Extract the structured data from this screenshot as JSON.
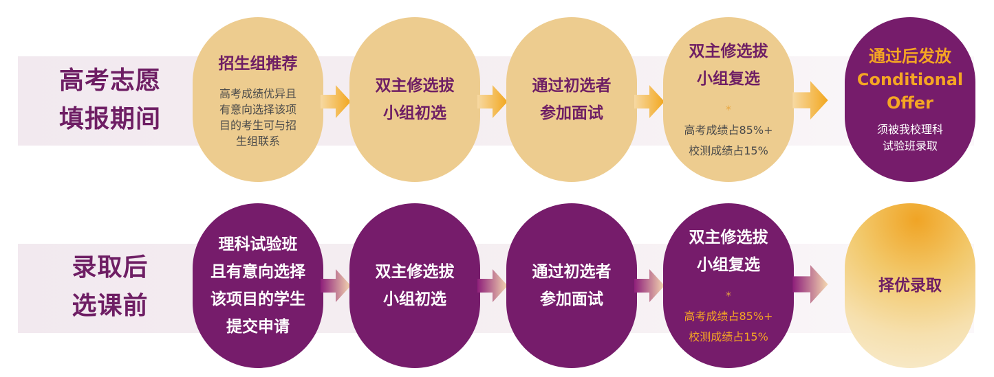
{
  "row1": {
    "label_lines": [
      "高考志愿",
      "填报期间"
    ],
    "steps": [
      {
        "title_lines": [
          "招生组推荐"
        ],
        "sub_lines": [
          "高考成绩优异且",
          "有意向选择该项",
          "目的考生可与招",
          "生组联系"
        ]
      },
      {
        "title_lines": [
          "双主修选拔",
          "小组初选"
        ]
      },
      {
        "title_lines": [
          "通过初选者",
          "参加面试"
        ]
      },
      {
        "title_lines": [
          "双主修选拔",
          "小组复选"
        ],
        "note_lines": [
          "高考成绩占85%+",
          "校测成绩占15%"
        ],
        "note_star": "*"
      },
      {
        "title_lines": [
          "通过后发放",
          "Conditional",
          "Offer"
        ],
        "sub_lines": [
          "须被我校理科",
          "试验班录取"
        ]
      }
    ]
  },
  "row2": {
    "label_lines": [
      "录取后",
      "选课前"
    ],
    "steps": [
      {
        "title_lines": [
          "理科试验班",
          "且有意向选择",
          "该项目的学生",
          "提交申请"
        ]
      },
      {
        "title_lines": [
          "双主修选拔",
          "小组初选"
        ]
      },
      {
        "title_lines": [
          "通过初选者",
          "参加面试"
        ]
      },
      {
        "title_lines": [
          "双主修选拔",
          "小组复选"
        ],
        "note_lines": [
          "高考成绩占85%+",
          "校测成绩占15%"
        ],
        "note_star": "*"
      },
      {
        "title_lines": [
          "择优录取"
        ]
      }
    ]
  },
  "colors": {
    "purple": "#761c6b",
    "gold": "#edcc8f",
    "orange": "#f5a623",
    "band": "#f2e9ef"
  },
  "icons": [
    "arrow-right-icon"
  ]
}
